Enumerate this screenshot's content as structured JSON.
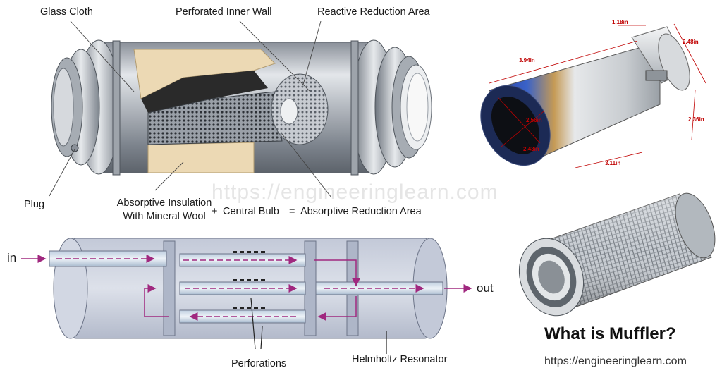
{
  "labels": {
    "glass_cloth": "Glass Cloth",
    "perforated_inner_wall": "Perforated Inner Wall",
    "reactive_reduction_area": "Reactive Reduction Area",
    "plug": "Plug",
    "absorptive_insulation_line1": "Absorptive Insulation",
    "absorptive_insulation_line2": "With Mineral Wool",
    "equation_plus": "+",
    "central_bulb": "Central Bulb",
    "equation_equals": "=",
    "absorptive_reduction_area": "Absorptive Reduction Area",
    "in": "in",
    "out": "out",
    "perforations": "Perforations",
    "helmholtz_resonator": "Helmholtz Resonator"
  },
  "watermark": "https://engineeringlearn.com",
  "title": "What is Muffler?",
  "footer_url": "https://engineeringlearn.com",
  "tip_dimensions": {
    "top": "1.18in",
    "right_top": "2.48in",
    "length": "3.94in",
    "inner_diag": "2.56in",
    "outlet": "2.43in",
    "right_bottom": "2.36in",
    "bottom": "3.11in"
  },
  "colors": {
    "flow_arrow": "#a0287f",
    "metal": "#b9bdc3",
    "insulation": "#ecd9b4",
    "chamber": "#d3d7e4",
    "dimension_line": "#c00000"
  }
}
